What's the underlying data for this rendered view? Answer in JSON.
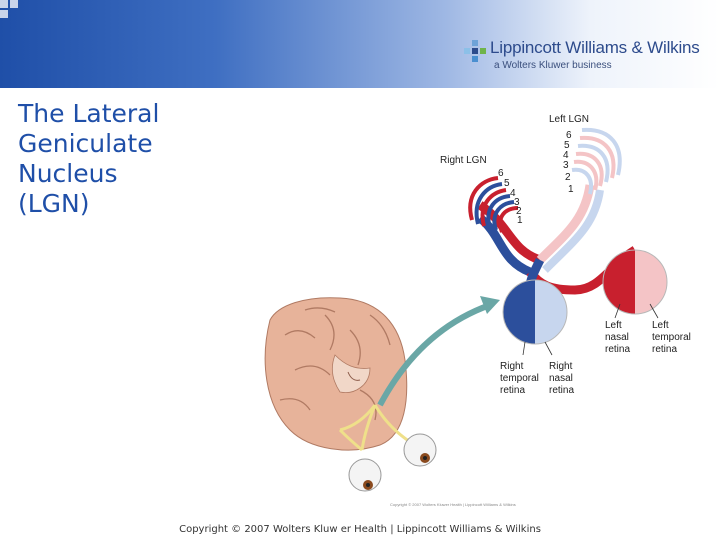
{
  "header": {
    "publisher_name": "Lippincott Williams & Wilkins",
    "publisher_subtitle": "a Wolters Kluwer business",
    "brand_color": "#1f4fa8",
    "logo_icon": "lww-logo-icon"
  },
  "slide": {
    "title_lines": [
      "The Lateral",
      "Geniculate",
      "Nucleus",
      "(LGN)"
    ]
  },
  "diagram": {
    "right_lgn_label": "Right LGN",
    "left_lgn_label": "Left LGN",
    "right_lgn_layers": [
      "6",
      "5",
      "4",
      "3",
      "2",
      "1"
    ],
    "left_lgn_layers": [
      "6",
      "5",
      "4",
      "3",
      "2",
      "1"
    ],
    "left_nasal_retina": [
      "Left",
      "nasal",
      "retina"
    ],
    "left_temporal_retina": [
      "Left",
      "temporal",
      "retina"
    ],
    "right_temporal_retina": [
      "Right",
      "temporal",
      "retina"
    ],
    "right_nasal_retina": [
      "Right",
      "nasal",
      "retina"
    ],
    "figure_credit": "Copyright © 2007 Wolters Kluwer Health | Lippincott Williams & Wilkins",
    "colors": {
      "right_pathway": "#c8202e",
      "left_pathway": "#2c4f9c",
      "pale_red": "#f4c4c6",
      "pale_blue": "#c7d6ee",
      "brain": "#e7b39a"
    }
  },
  "footer": {
    "copyright": "Copyright © 2007 Wolters Kluw er Health | Lippincott Williams & Wilkins"
  }
}
